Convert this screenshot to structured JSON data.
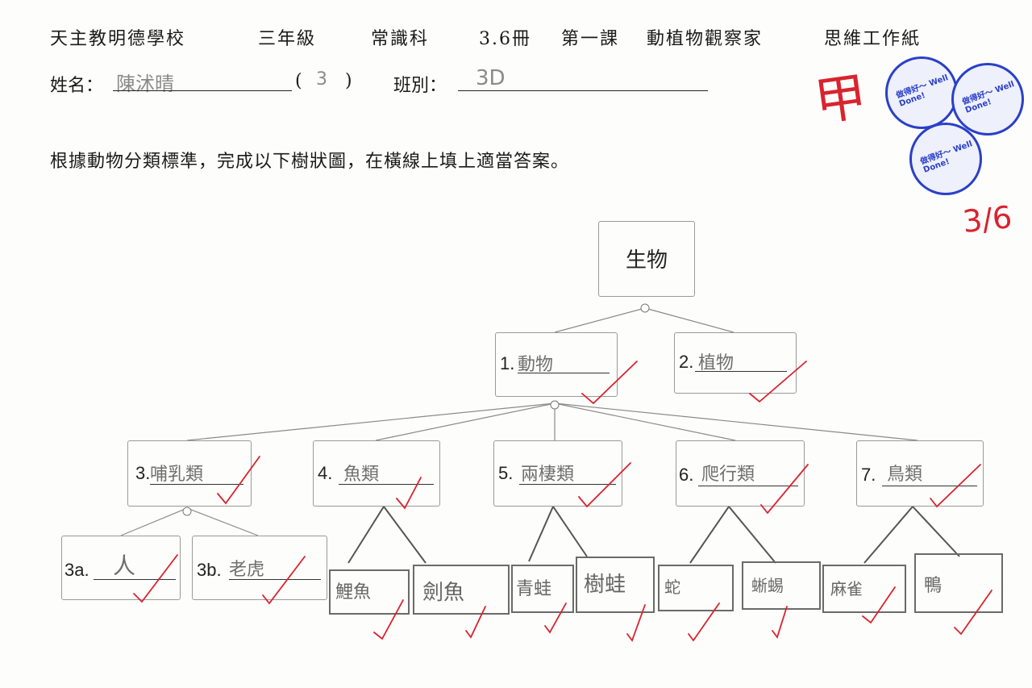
{
  "header": {
    "school": "天主教明德學校",
    "grade": "三年級",
    "subject": "常識科",
    "book": "3.6冊",
    "lesson": "第一課",
    "title": "動植物觀察家",
    "worksheet": "思維工作紙"
  },
  "student": {
    "name_label": "姓名：",
    "name_value": "陳沭晴",
    "number_open": "(",
    "number_value": "3",
    "number_close": ")",
    "class_label": "班別：",
    "class_value": "3D"
  },
  "grading": {
    "grade_mark": "甲",
    "score": "3/6"
  },
  "stamp_text": "做得好～ Well Done!",
  "instruction": "根據動物分類標準，完成以下樹狀圖，在橫線上填上適當答案。",
  "tree": {
    "root": "生物",
    "level1": [
      {
        "num": "1.",
        "answer": "動物"
      },
      {
        "num": "2.",
        "answer": "植物"
      }
    ],
    "level2": [
      {
        "num": "3.",
        "answer": "哺乳類"
      },
      {
        "num": "4.",
        "answer": "魚類"
      },
      {
        "num": "5.",
        "answer": "兩棲類"
      },
      {
        "num": "6.",
        "answer": "爬行類"
      },
      {
        "num": "7.",
        "answer": "鳥類"
      }
    ],
    "level3": [
      {
        "num": "3a.",
        "answer": "人"
      },
      {
        "num": "3b.",
        "answer": "老虎"
      }
    ],
    "leaves": [
      "鯉魚",
      "劍魚",
      "青蛙",
      "樹蛙",
      "蛇",
      "蜥蜴",
      "麻雀",
      "鴨"
    ]
  }
}
